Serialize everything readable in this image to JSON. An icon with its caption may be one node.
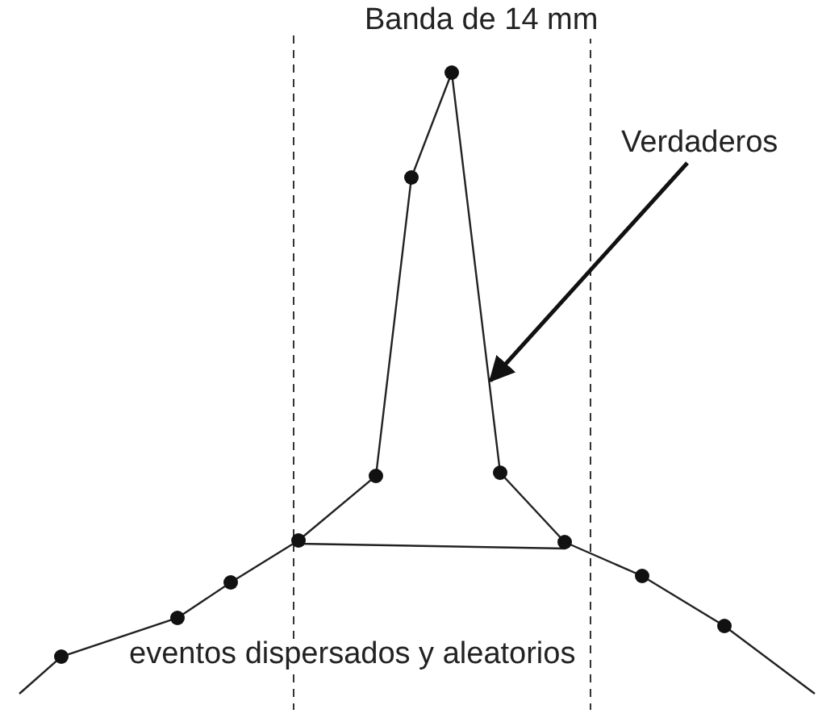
{
  "diagram": {
    "nodes": [
      {
        "text": [
          "Verdaderos"
        ]
      },
      {
        "text": [],
        "shape": "picture"
      }
    ],
    "edges": [
      {
        "from": 0,
        "to": 1,
        "arrow": "to"
      }
    ],
    "labels": [
      "Banda de 14 mm",
      "eventos dispersados y aleatorios"
    ]
  }
}
